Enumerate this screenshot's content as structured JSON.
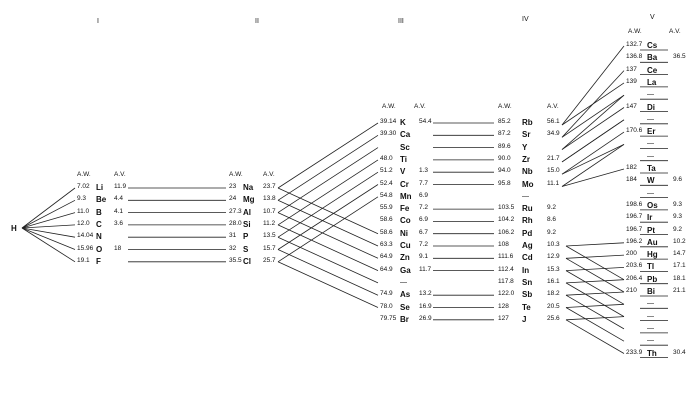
{
  "roman_numerals": [
    "I",
    "II",
    "III",
    "IV",
    "V"
  ],
  "headers": {
    "aw": "A.W.",
    "av": "A.V."
  },
  "hydrogen": "H",
  "col1": [
    {
      "aw": "7.02",
      "sym": "Li",
      "av": "11.9"
    },
    {
      "aw": "9.3",
      "sym": "Be",
      "av": "4.4"
    },
    {
      "aw": "11.0",
      "sym": "B",
      "av": "4.1"
    },
    {
      "aw": "12.0",
      "sym": "C",
      "av": "3.6"
    },
    {
      "aw": "14.04",
      "sym": "N",
      "av": ""
    },
    {
      "aw": "15.96",
      "sym": "O",
      "av": "18"
    },
    {
      "aw": "19.1",
      "sym": "F",
      "av": ""
    }
  ],
  "col2": [
    {
      "aw": "23",
      "sym": "Na",
      "av": "23.7"
    },
    {
      "aw": "24",
      "sym": "Mg",
      "av": "13.8"
    },
    {
      "aw": "27.3",
      "sym": "Al",
      "av": "10.7"
    },
    {
      "aw": "28.0",
      "sym": "Si",
      "av": "11.2"
    },
    {
      "aw": "31",
      "sym": "P",
      "av": "13.5"
    },
    {
      "aw": "32",
      "sym": "S",
      "av": "15.7"
    },
    {
      "aw": "35.5",
      "sym": "Cl",
      "av": "25.7"
    }
  ],
  "col3": [
    {
      "aw": "39.14",
      "sym": "K",
      "av": "54.4"
    },
    {
      "aw": "39.30",
      "sym": "Ca",
      "av": ""
    },
    {
      "aw": "",
      "sym": "Sc",
      "av": ""
    },
    {
      "aw": "48.0",
      "sym": "Ti",
      "av": ""
    },
    {
      "aw": "51.2",
      "sym": "V",
      "av": "1.3"
    },
    {
      "aw": "52.4",
      "sym": "Cr",
      "av": "7.7"
    },
    {
      "aw": "54.8",
      "sym": "Mn",
      "av": "6.9"
    },
    {
      "aw": "55.9",
      "sym": "Fe",
      "av": "7.2"
    },
    {
      "aw": "58.6",
      "sym": "Co",
      "av": "6.9"
    },
    {
      "aw": "58.6",
      "sym": "Ni",
      "av": "6.7"
    },
    {
      "aw": "63.3",
      "sym": "Cu",
      "av": "7.2"
    },
    {
      "aw": "64.9",
      "sym": "Zn",
      "av": "9.1"
    },
    {
      "aw": "64.9",
      "sym": "Ga",
      "av": "11.7"
    },
    {
      "aw": "",
      "sym": "—",
      "av": ""
    },
    {
      "aw": "74.9",
      "sym": "As",
      "av": "13.2"
    },
    {
      "aw": "78.0",
      "sym": "Se",
      "av": "16.9"
    },
    {
      "aw": "79.75",
      "sym": "Br",
      "av": "26.9"
    }
  ],
  "col4": [
    {
      "aw": "85.2",
      "sym": "Rb",
      "av": "56.1"
    },
    {
      "aw": "87.2",
      "sym": "Sr",
      "av": "34.9"
    },
    {
      "aw": "89.6",
      "sym": "Y",
      "av": ""
    },
    {
      "aw": "90.0",
      "sym": "Zr",
      "av": "21.7"
    },
    {
      "aw": "94.0",
      "sym": "Nb",
      "av": "15.0"
    },
    {
      "aw": "95.8",
      "sym": "Mo",
      "av": "11.1"
    },
    {
      "aw": "",
      "sym": "—",
      "av": ""
    },
    {
      "aw": "103.5",
      "sym": "Ru",
      "av": "9.2"
    },
    {
      "aw": "104.2",
      "sym": "Rh",
      "av": "8.6"
    },
    {
      "aw": "106.2",
      "sym": "Pd",
      "av": "9.2"
    },
    {
      "aw": "108",
      "sym": "Ag",
      "av": "10.3"
    },
    {
      "aw": "111.6",
      "sym": "Cd",
      "av": "12.9"
    },
    {
      "aw": "112.4",
      "sym": "In",
      "av": "15.3"
    },
    {
      "aw": "117.8",
      "sym": "Sn",
      "av": "16.1"
    },
    {
      "aw": "122.0",
      "sym": "Sb",
      "av": "18.2"
    },
    {
      "aw": "128",
      "sym": "Te",
      "av": "20.5"
    },
    {
      "aw": "127",
      "sym": "J",
      "av": "25.6"
    }
  ],
  "col5": [
    {
      "aw": "132.7",
      "sym": "Cs",
      "av": ""
    },
    {
      "aw": "136.8",
      "sym": "Ba",
      "av": "36.5"
    },
    {
      "aw": "137",
      "sym": "Ce",
      "av": ""
    },
    {
      "aw": "139",
      "sym": "La",
      "av": ""
    },
    {
      "aw": "",
      "sym": "—",
      "av": ""
    },
    {
      "aw": "147",
      "sym": "Di",
      "av": ""
    },
    {
      "aw": "",
      "sym": "—",
      "av": ""
    },
    {
      "aw": "170.6",
      "sym": "Er",
      "av": ""
    },
    {
      "aw": "",
      "sym": "—",
      "av": ""
    },
    {
      "aw": "",
      "sym": "—",
      "av": ""
    },
    {
      "aw": "182",
      "sym": "Ta",
      "av": ""
    },
    {
      "aw": "184",
      "sym": "W",
      "av": "9.6"
    },
    {
      "aw": "",
      "sym": "—",
      "av": ""
    },
    {
      "aw": "198.6",
      "sym": "Os",
      "av": "9.3"
    },
    {
      "aw": "196.7",
      "sym": "Ir",
      "av": "9.3"
    },
    {
      "aw": "196.7",
      "sym": "Pt",
      "av": "9.2"
    },
    {
      "aw": "196.2",
      "sym": "Au",
      "av": "10.2"
    },
    {
      "aw": "200",
      "sym": "Hg",
      "av": "14.7"
    },
    {
      "aw": "203.6",
      "sym": "Tl",
      "av": "17.1"
    },
    {
      "aw": "206.4",
      "sym": "Pb",
      "av": "18.1"
    },
    {
      "aw": "210",
      "sym": "Bi",
      "av": "21.1"
    },
    {
      "aw": "",
      "sym": "—",
      "av": ""
    },
    {
      "aw": "",
      "sym": "—",
      "av": ""
    },
    {
      "aw": "",
      "sym": "—",
      "av": ""
    },
    {
      "aw": "",
      "sym": "—",
      "av": ""
    },
    {
      "aw": "233.9",
      "sym": "Th",
      "av": "30.4"
    }
  ]
}
